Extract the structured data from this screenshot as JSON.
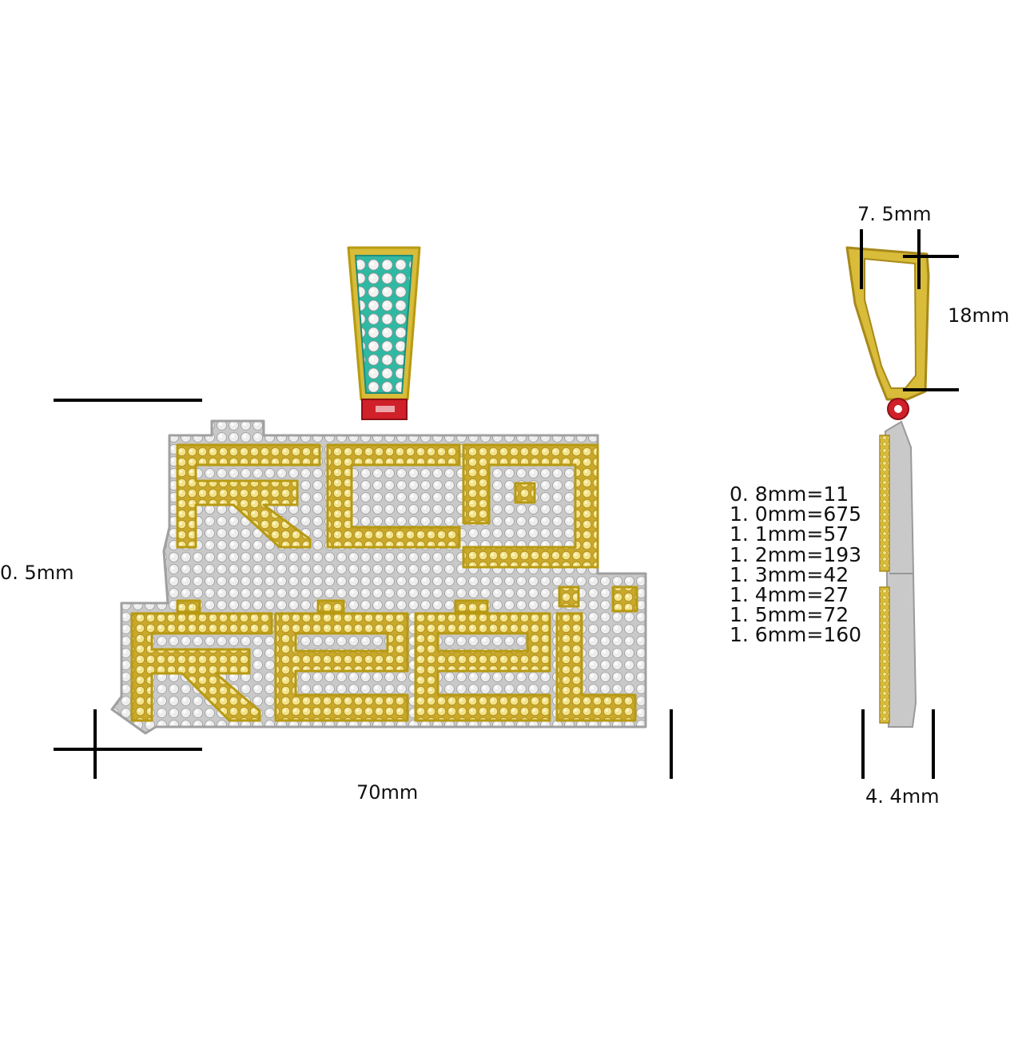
{
  "dimensions": {
    "height_front": "0. 5mm",
    "width_front": "70mm",
    "bail_width": "7. 5mm",
    "bail_height": "18mm",
    "thickness": "4. 4mm"
  },
  "stone_counts": [
    "0. 8mm=11",
    "1. 0mm=675",
    "1. 1mm=57",
    "1. 2mm=193",
    "1. 3mm=42",
    "1. 4mm=27",
    "1. 5mm=72",
    "1. 6mm=160"
  ],
  "colors": {
    "gold": "#D8BC3A",
    "gold_dark": "#B89A12",
    "silver": "#C9C9C9",
    "silver_stone": "#EDEDED",
    "gold_stone": "#F3E38A",
    "bail_enamel": "#2FB9A3",
    "red_accent": "#D0202A"
  }
}
